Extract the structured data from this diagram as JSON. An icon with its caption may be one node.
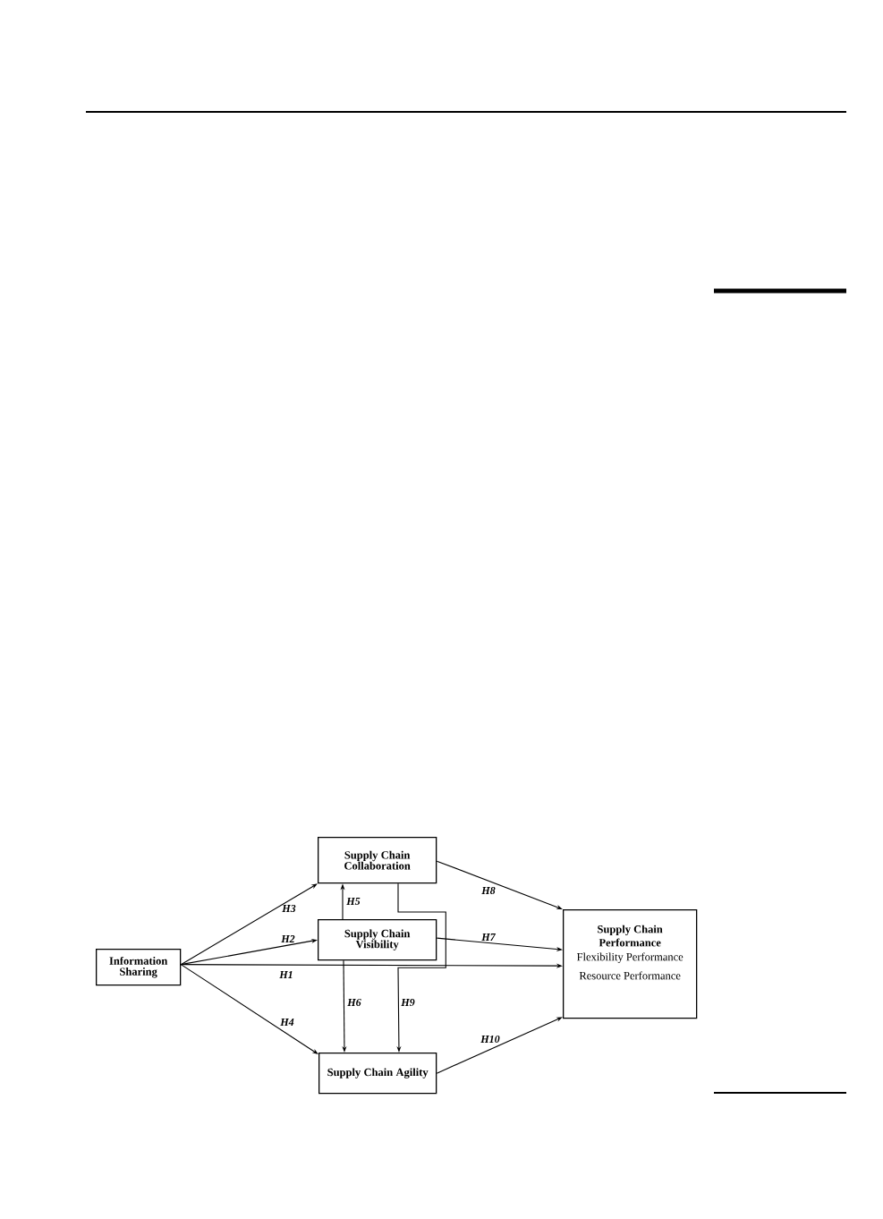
{
  "diagram": {
    "nodes": [
      {
        "text": [
          "Information Sharing"
        ]
      },
      {
        "text": [
          "Supply Chain Collaboration"
        ]
      },
      {
        "text": [
          "Supply Chain Visibility"
        ]
      },
      {
        "text": [
          "Supply Chain Agility"
        ]
      },
      {
        "text": [
          "Supply Chain Performance",
          "Flexibility Performance",
          "Resource Performance"
        ]
      }
    ],
    "edges": [
      {
        "from": 0,
        "to": 4,
        "arrow": "to",
        "label": "H1"
      },
      {
        "from": 0,
        "to": 2,
        "arrow": "to",
        "label": "H2"
      },
      {
        "from": 0,
        "to": 1,
        "arrow": "to",
        "label": "H3"
      },
      {
        "from": 0,
        "to": 3,
        "arrow": "to",
        "label": "H4"
      },
      {
        "from": 2,
        "to": 1,
        "arrow": "to",
        "label": "H5"
      },
      {
        "from": 2,
        "to": 3,
        "arrow": "to",
        "label": "H6"
      },
      {
        "from": 2,
        "to": 4,
        "arrow": "to",
        "label": "H7"
      },
      {
        "from": 1,
        "to": 4,
        "arrow": "to",
        "label": "H8"
      },
      {
        "from": 1,
        "to": 3,
        "arrow": "to",
        "label": "H9"
      },
      {
        "from": 3,
        "to": 4,
        "arrow": "to",
        "label": "H10"
      }
    ]
  }
}
